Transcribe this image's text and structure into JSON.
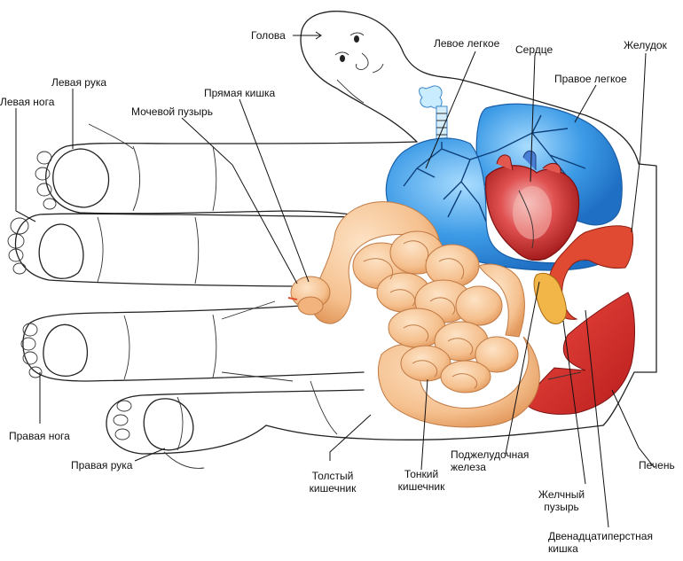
{
  "labels": {
    "head": "Голова",
    "left_arm": "Левая рука",
    "left_leg": "Левая нога",
    "rectum": "Прямая кишка",
    "bladder": "Мочевой пузырь",
    "left_lung": "Левое легкое",
    "heart": "Сердце",
    "stomach": "Желудок",
    "right_lung": "Правое легкое",
    "right_leg": "Правая нога",
    "right_arm": "Правая рука",
    "large_intestine_1": "Толстый",
    "large_intestine_2": "кишечник",
    "small_intestine_1": "Тонкий",
    "small_intestine_2": "кишечник",
    "pancreas_1": "Поджелудочная",
    "pancreas_2": "железа",
    "liver": "Печень",
    "gallbladder_1": "Желчный",
    "gallbladder_2": "пузырь",
    "duodenum_1": "Двенадцатиперстная",
    "duodenum_2": "кишка"
  },
  "colors": {
    "lung_blue": "#2f8fe0",
    "lung_light": "#9fd4ff",
    "intestine": "#f6c89a",
    "intestine_shade": "#e8a56f",
    "liver_red": "#d92b2b",
    "heart_red": "#c8231f",
    "gallbladder": "#f0b44a",
    "stomach": "#e4492f",
    "outline": "#222222"
  }
}
